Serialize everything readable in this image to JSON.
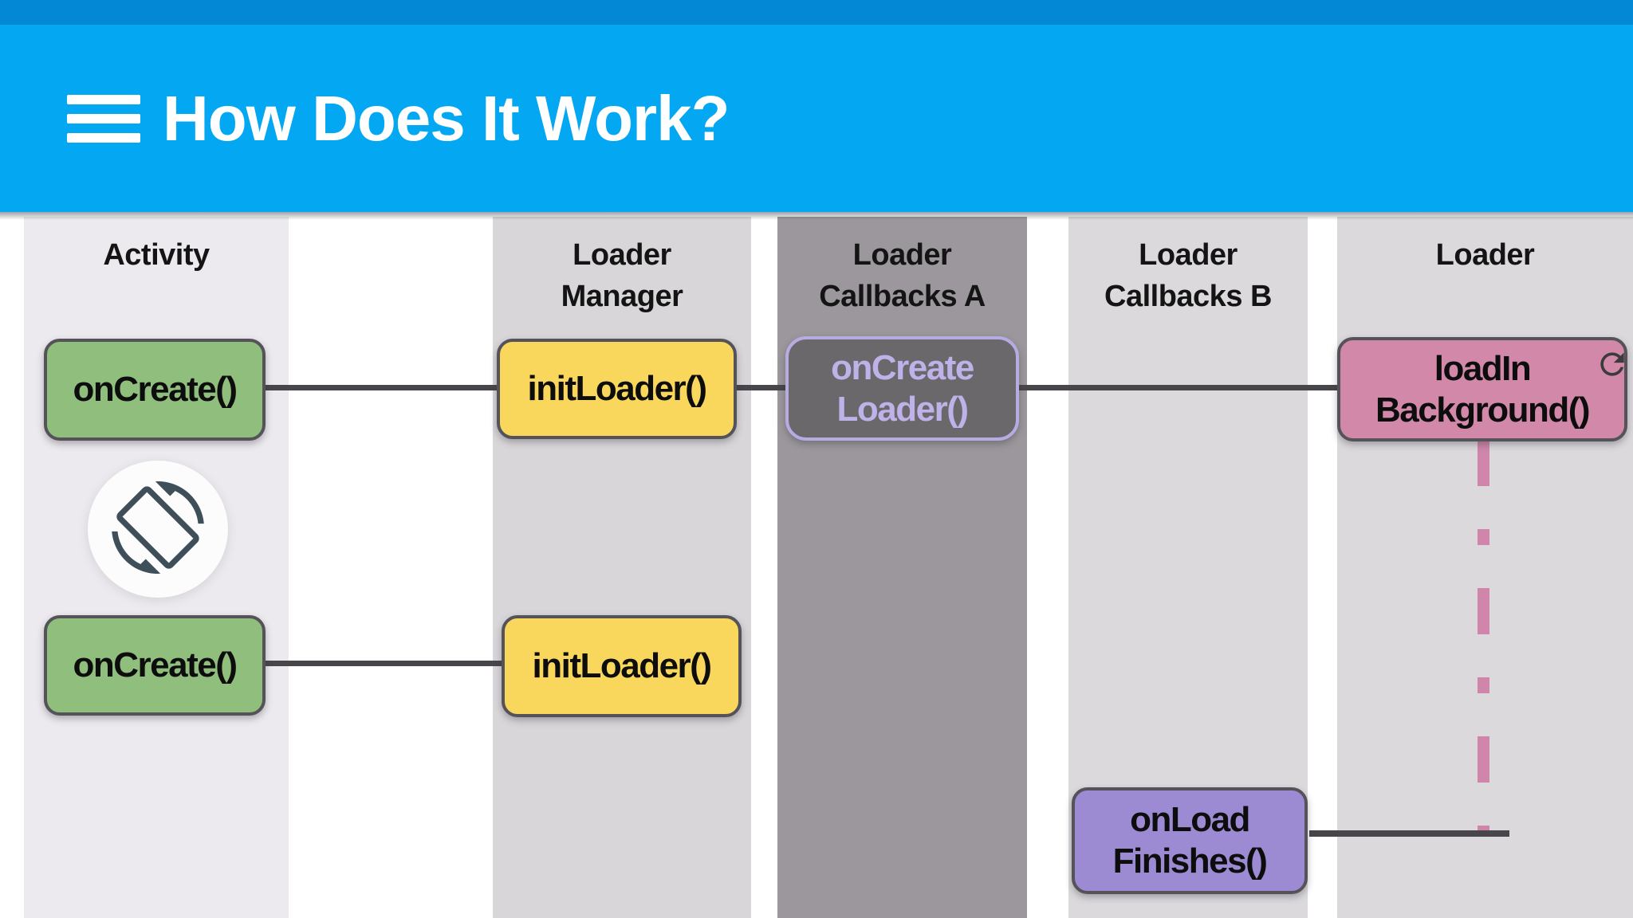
{
  "header": {
    "title": "How Does It Work?"
  },
  "icons": {
    "menu": "hamburger-icon",
    "rotation": "screen-rotation-icon",
    "refresh": "refresh-icon"
  },
  "colors": {
    "status_bar": "#0288d4",
    "app_bar": "#03a7f2",
    "box_green": "#90bf7d",
    "box_yellow": "#f9d75c",
    "box_dark_fill": "#6b686c",
    "box_dark_accent": "#beb2e8",
    "box_pink": "#d289a9",
    "box_purple": "#9c8bd2",
    "connector": "#48454b",
    "lifeline_pink": "#cf86aa"
  },
  "columns": [
    {
      "line1": "Activity",
      "line2": ""
    },
    {
      "line1": "Loader",
      "line2": "Manager"
    },
    {
      "line1": "Loader",
      "line2": "Callbacks A"
    },
    {
      "line1": "Loader",
      "line2": "Callbacks B"
    },
    {
      "line1": "Loader",
      "line2": ""
    }
  ],
  "boxes": {
    "oncreate1": {
      "label": "onCreate()"
    },
    "initloader1": {
      "label": "initLoader()"
    },
    "oncreateloader": {
      "line1": "onCreate",
      "line2": "Loader()"
    },
    "loadinbackground": {
      "line1": "loadIn",
      "line2": "Background()"
    },
    "oncreate2": {
      "label": "onCreate()"
    },
    "initloader2": {
      "label": "initLoader()"
    },
    "onloadfinishes": {
      "line1": "onLoad",
      "line2": "Finishes()"
    }
  }
}
